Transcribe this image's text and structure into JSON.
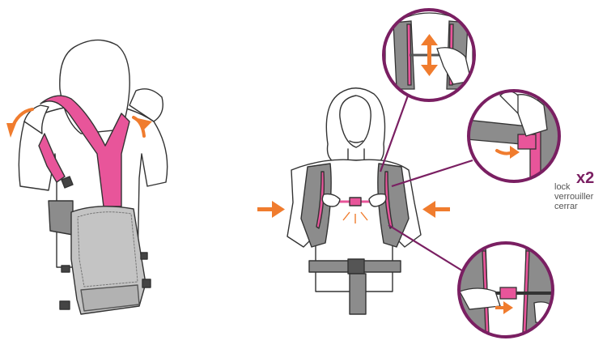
{
  "instruction": {
    "multiplier": "x2",
    "lock_labels": [
      "lock",
      "verrouiller",
      "cerrar"
    ]
  },
  "colors": {
    "accent_pink": "#e8559a",
    "arrow_orange": "#f07c2e",
    "circle_purple": "#7a1f62",
    "strap_gray": "#8c8c8c",
    "panel_gray": "#c4c4c4",
    "outline": "#333333"
  },
  "icons": [
    "up-down-arrow-icon",
    "side-arrow-icon",
    "rotate-arrow-icon",
    "buckle-icon"
  ]
}
